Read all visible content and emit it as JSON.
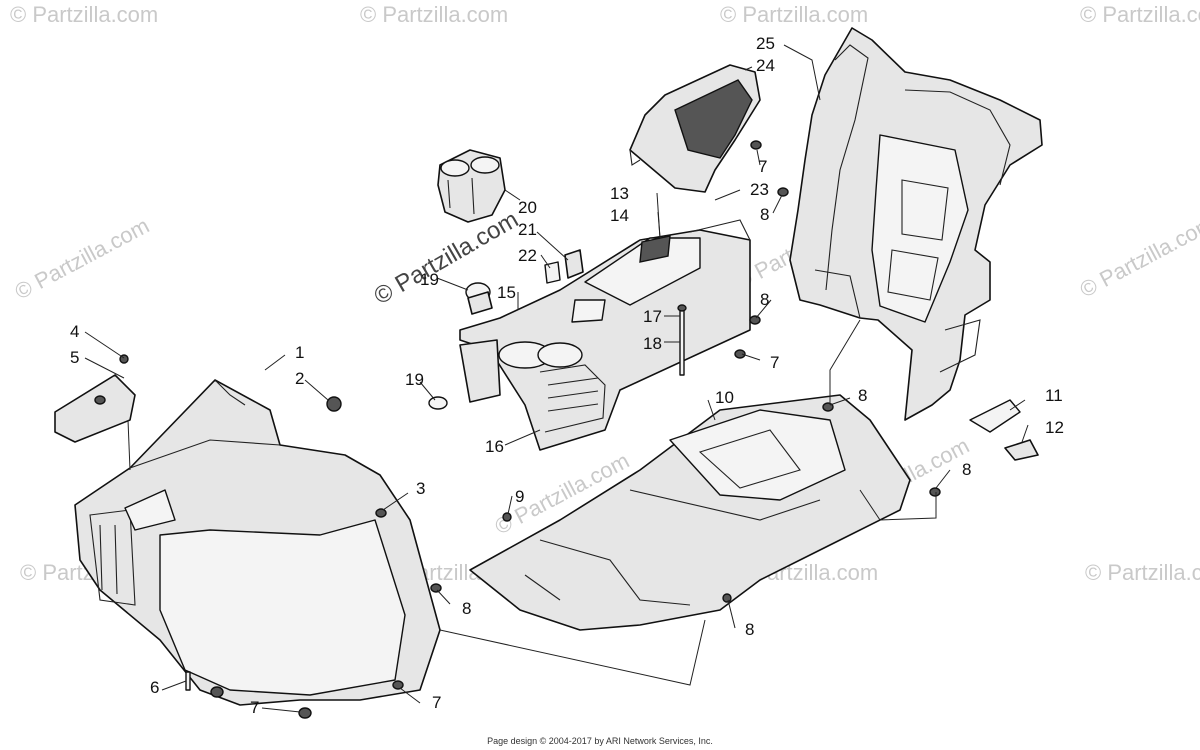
{
  "watermarks": [
    "© Partzilla.com",
    "© Partzilla.com",
    "© Partzilla.com",
    "© Partzilla.com",
    "© Partzilla.com",
    "© Partzilla.com",
    "© Partzilla.com",
    "© Partzilla.com",
    "© Partzilla.com",
    "© Partzilla.com",
    "© Partzilla.com",
    "© Partzilla.com",
    "© Partzilla.com"
  ],
  "center_watermark": "© Partzilla.com",
  "callouts": [
    "25",
    "24",
    "7",
    "23",
    "8",
    "13",
    "14",
    "20",
    "21",
    "22",
    "19",
    "15",
    "17",
    "18",
    "8",
    "7",
    "4",
    "5",
    "1",
    "2",
    "19",
    "16",
    "10",
    "8",
    "11",
    "12",
    "3",
    "9",
    "8",
    "8",
    "6",
    "7",
    "7",
    "8"
  ],
  "footer": "Page design © 2004-2017 by ARI Network Services, Inc."
}
